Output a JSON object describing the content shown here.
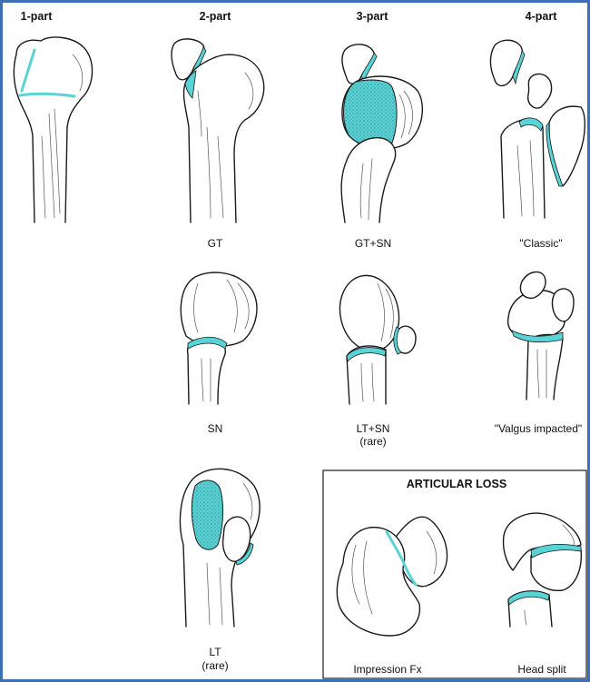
{
  "columns": [
    "1-part",
    "2-part",
    "3-part",
    "4-part"
  ],
  "labels": {
    "gt": "GT",
    "gt_sn": "GT+SN",
    "classic": "\"Classic\"",
    "sn": "SN",
    "lt_sn": "LT+SN",
    "lt_sn_note": "(rare)",
    "valgus": "\"Valgus impacted\"",
    "lt": "LT",
    "lt_note": "(rare)"
  },
  "articular_loss": {
    "title": "ARTICULAR LOSS",
    "impression": "Impression Fx",
    "head_split": "Head split"
  },
  "colors": {
    "frame": "#3f6fb3",
    "fracture": "#5ad3d6",
    "outline": "#1a1a1a"
  }
}
